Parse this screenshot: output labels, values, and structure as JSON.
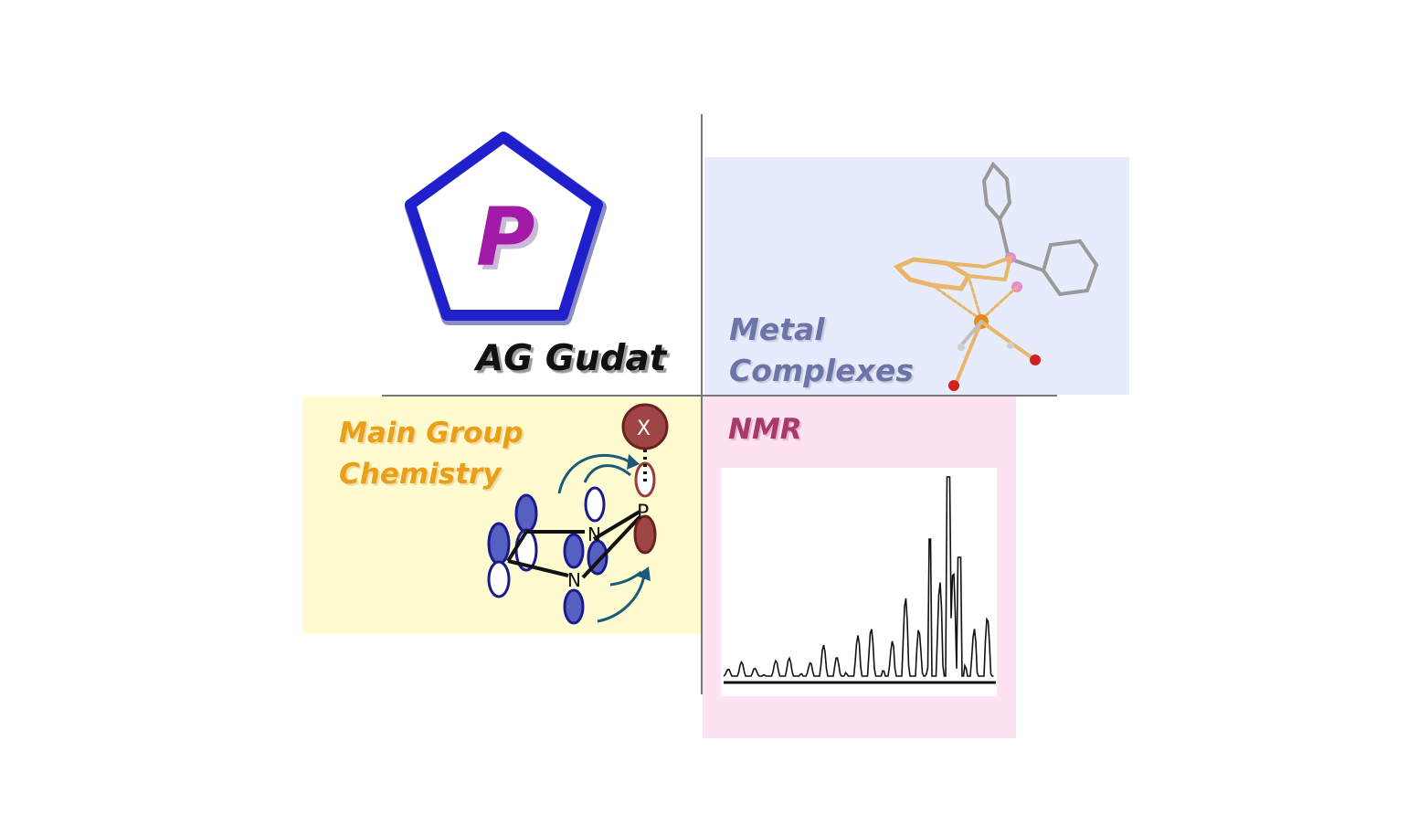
{
  "title": "AG Gudat",
  "logo": {
    "letter": "P"
  },
  "quadrants": {
    "metal": {
      "line1": "Metal",
      "line2": "Complexes"
    },
    "main": {
      "line1": "Main Group",
      "line2": "Chemistry"
    },
    "nmr": {
      "label": "NMR"
    }
  },
  "orbital_scheme": {
    "atom_n": "N",
    "atom_p": "P",
    "atom_x": "X"
  },
  "colors": {
    "pentagon": "#1f1fcc",
    "logo_letter": "#a31aa8",
    "metal_bg": "#e6ecfb",
    "main_bg": "#fefbd0",
    "nmr_bg": "#fde3f1",
    "orbital_blue": "#4b55b8",
    "orbital_red": "#9b3a3a"
  }
}
